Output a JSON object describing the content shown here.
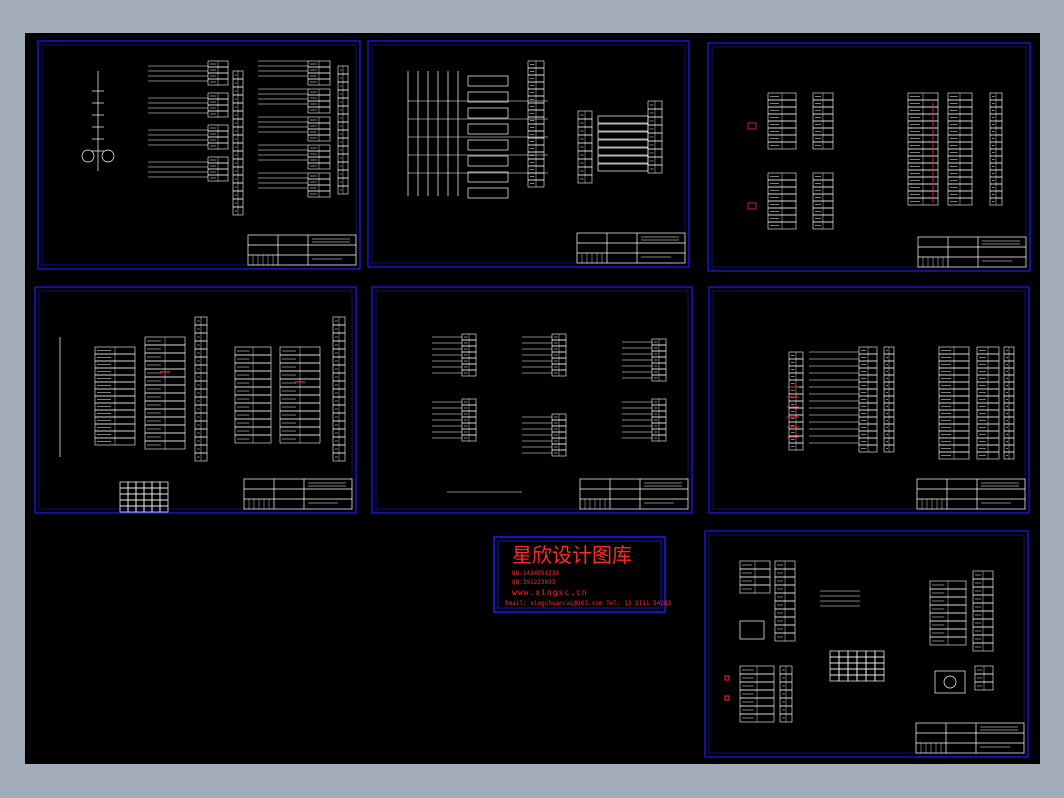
{
  "stamp": {
    "title": "星欣设计图库",
    "qq1": "QQ:1424051239",
    "qq2": "QQ:391223033",
    "url": "www.xingsc.cn",
    "email": "Email: xingchuancai@163.com  Tel: 13 3111 54283"
  },
  "colors": {
    "background": "#000000",
    "frame": "#1a1aff",
    "lines": "#ffffff",
    "highlight": "#ff2a2a",
    "canvas": "#a3acb9"
  },
  "sheets": [
    {
      "id": "sheet-1"
    },
    {
      "id": "sheet-2"
    },
    {
      "id": "sheet-3"
    },
    {
      "id": "sheet-4"
    },
    {
      "id": "sheet-5"
    },
    {
      "id": "sheet-6"
    },
    {
      "id": "sheet-7"
    }
  ]
}
